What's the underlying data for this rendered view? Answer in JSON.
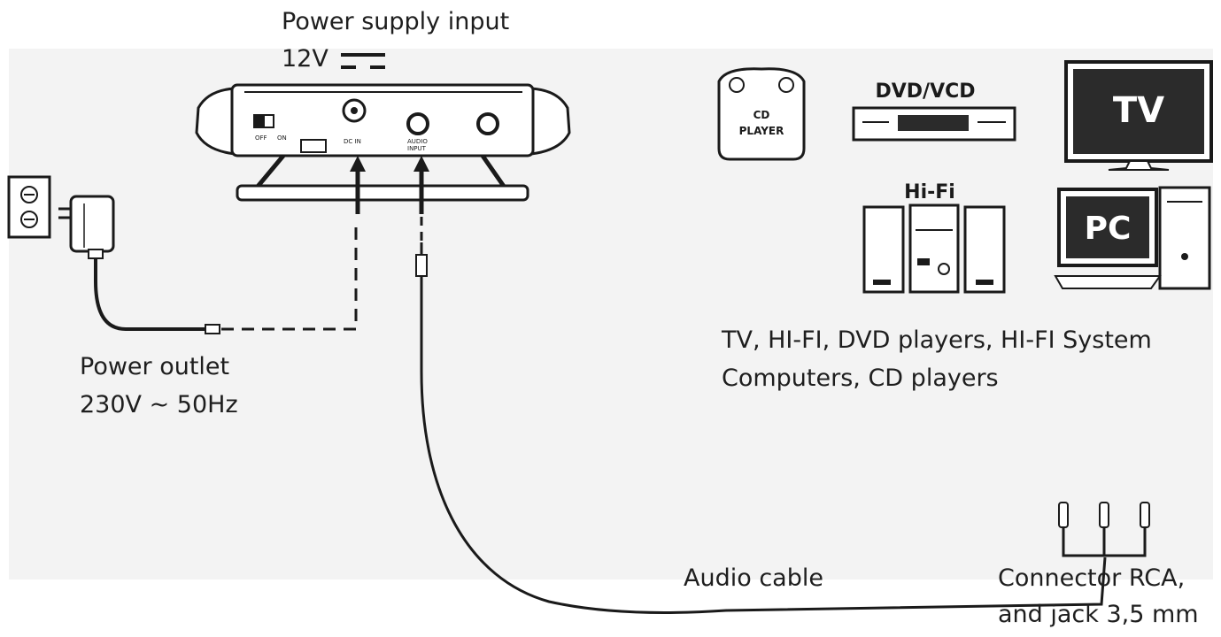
{
  "labels": {
    "power_supply_input": "Power supply input",
    "voltage_dc": "12V",
    "power_outlet": "Power outlet",
    "outlet_rating": "230V ~ 50Hz",
    "devices_line1": "TV, HI-FI, DVD players, HI-FI System",
    "devices_line2": "Computers, CD players",
    "audio_cable": "Audio cable",
    "connector_line1": "Connector RCA,",
    "connector_line2": "and jack 3,5 mm"
  },
  "devices": {
    "cd_line1": "CD",
    "cd_line2": "PLAYER",
    "dvd": "DVD/VCD",
    "tv": "TV",
    "hifi": "Hi-Fi",
    "pc": "PC"
  },
  "receiver_markings": {
    "switch_off": "OFF",
    "switch_on": "ON",
    "dc_in": "DC IN",
    "audio_input_1": "AUDIO",
    "audio_input_2": "INPUT"
  },
  "colors": {
    "background": "#ffffff",
    "panel": "#f2f2f2",
    "line": "#1a1a1a",
    "dark_screen": "#2b2b2b"
  }
}
